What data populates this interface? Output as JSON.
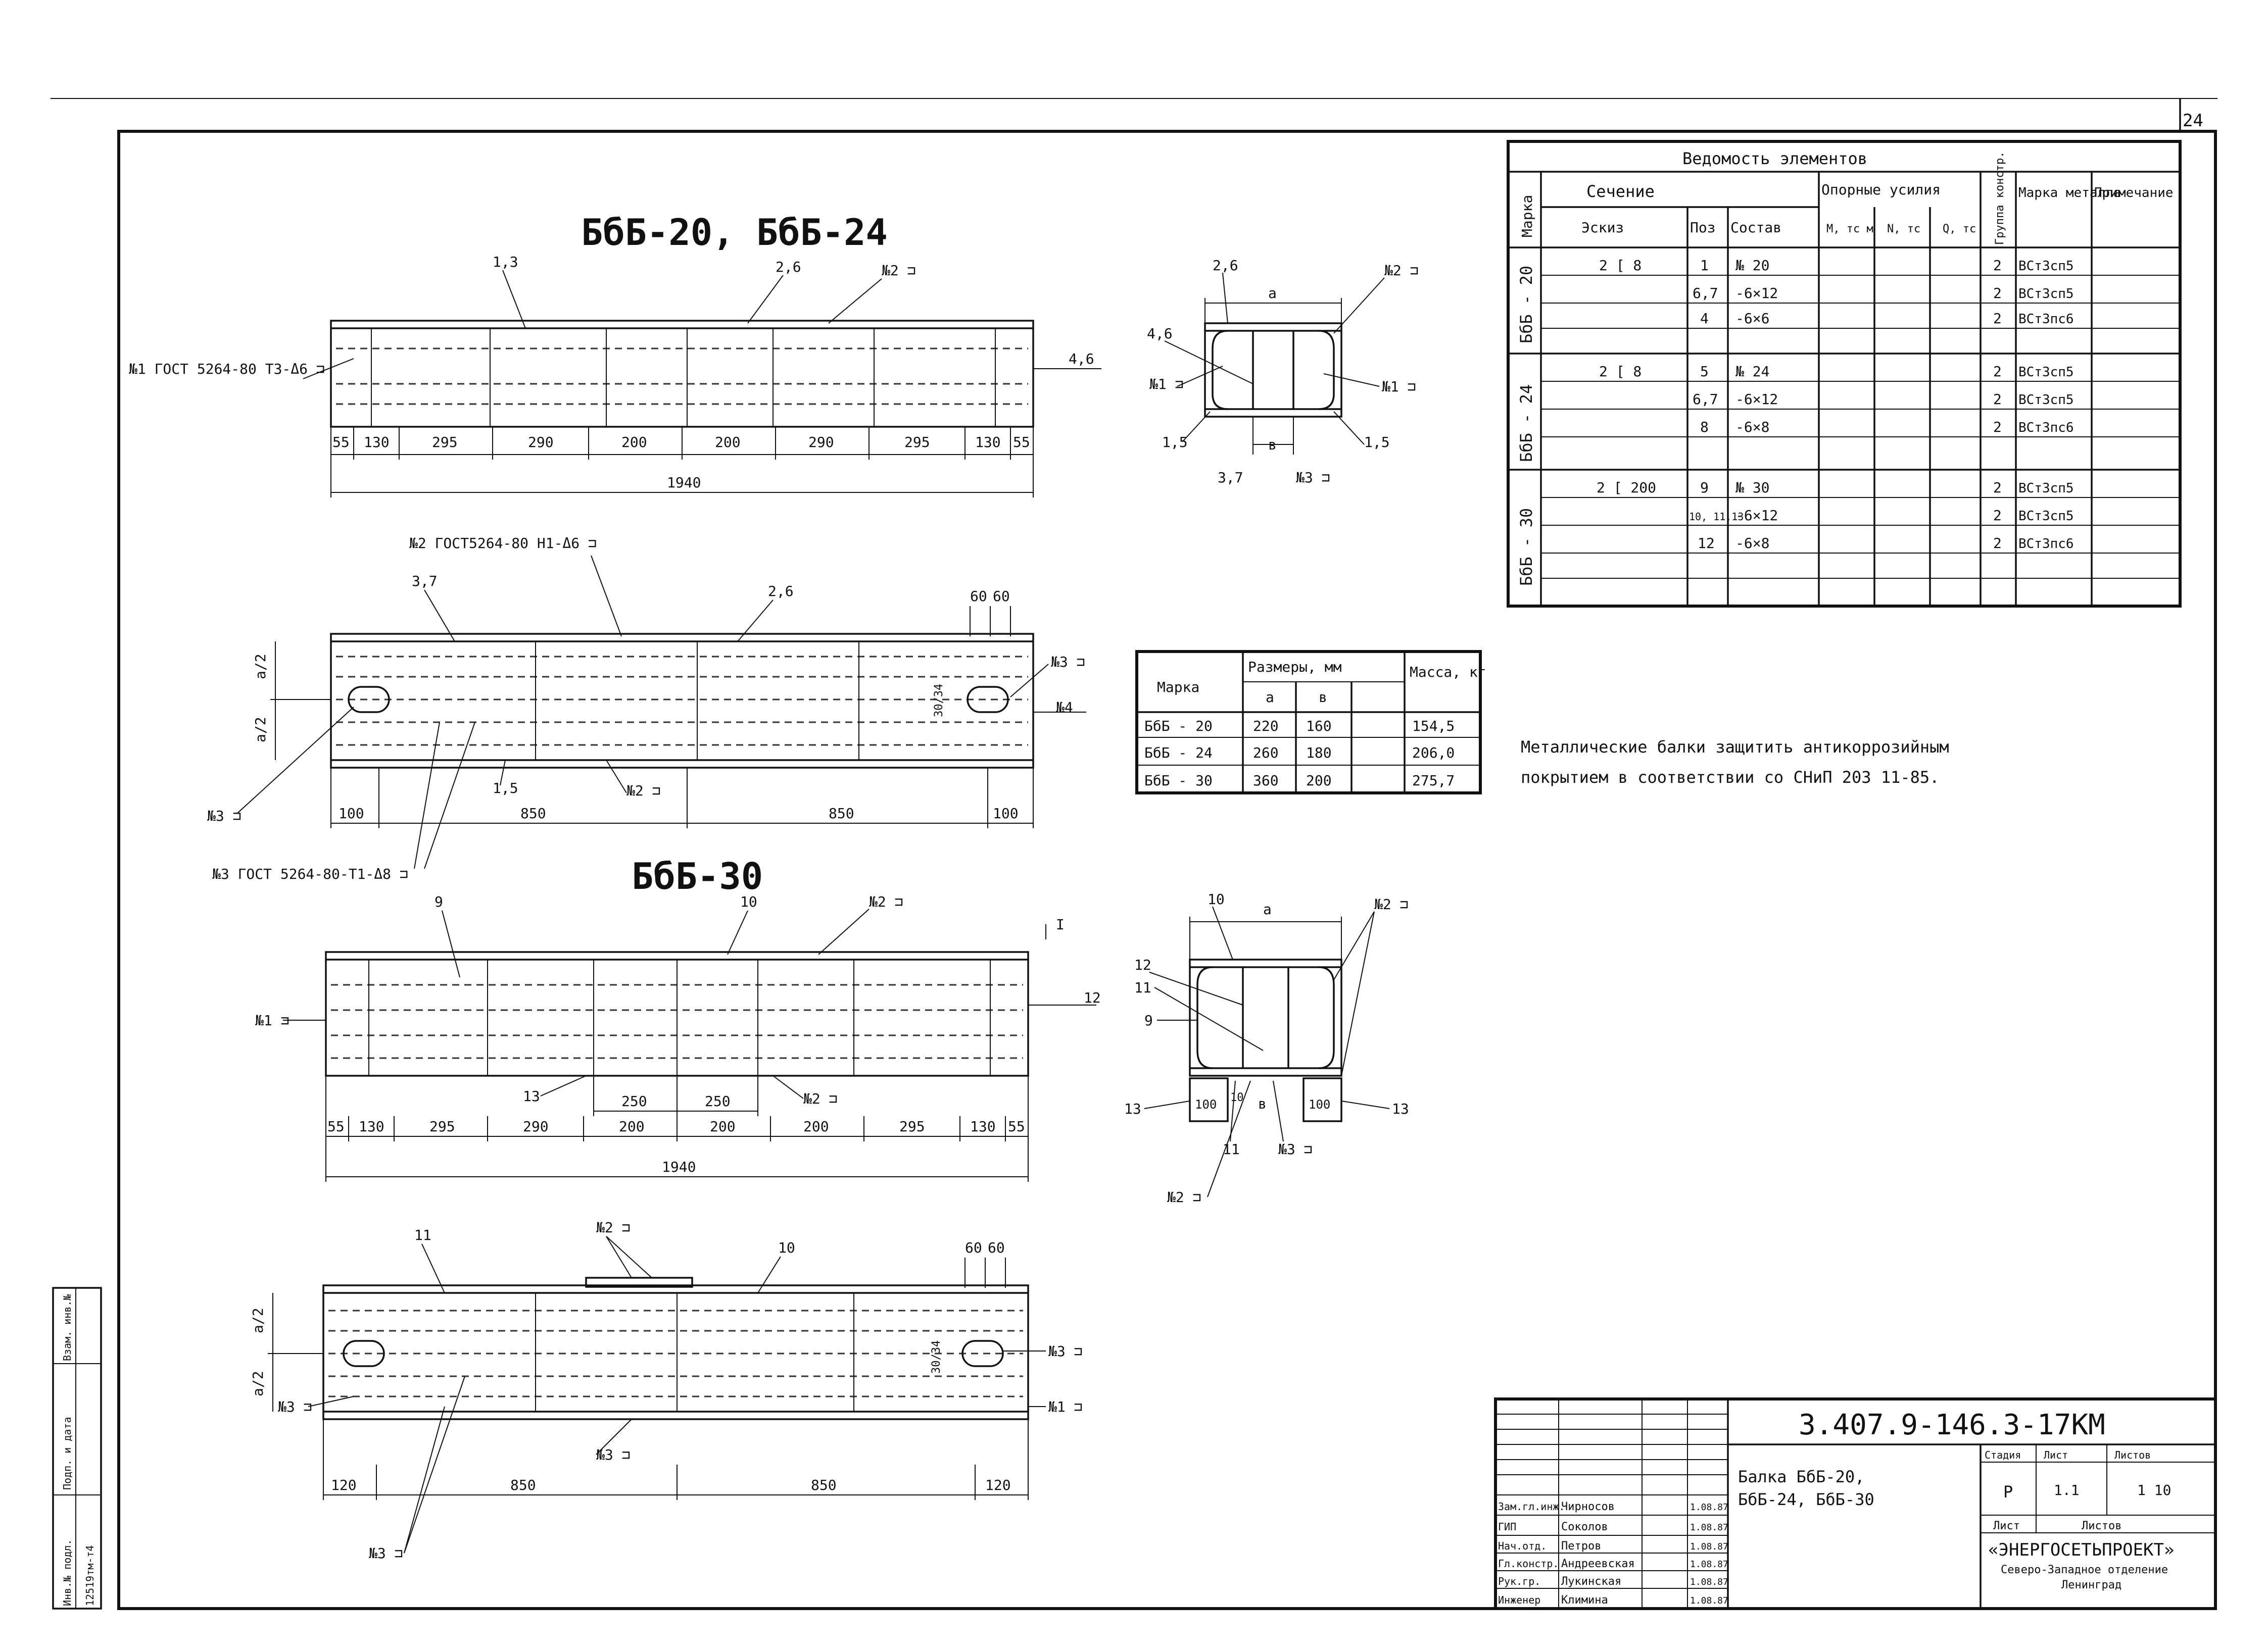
{
  "sheet_number": "24",
  "titles": {
    "beams_20_24": "БбБ-20, БбБ-24",
    "beam_30": "БбБ-30"
  },
  "top_view_20_24": {
    "weld_note": "№1 ГОСТ 5264-80 Т3-Δ6 ⊐",
    "callouts": [
      "1,3",
      "2,6",
      "№2 ⊐",
      "4,6"
    ],
    "dims": [
      "55",
      "130",
      "295",
      "290",
      "200",
      "200",
      "290",
      "295",
      "130",
      "55"
    ],
    "total": "1940"
  },
  "section_20_24": {
    "labels": [
      "2,6",
      "a",
      "№2 ⊐",
      "4,6",
      "№1 ⊐",
      "№1 ⊐",
      "1,5",
      "1,5",
      "3,7",
      "в",
      "№3 ⊐"
    ]
  },
  "plan_20_24": {
    "weld_note_top": "№2 ГОСТ5264-80 Н1-Δ6 ⊐",
    "weld_note_bottom": "№3 ГОСТ 5264-80-Т1-Δ8 ⊐",
    "callouts": [
      "3,7",
      "2,6",
      "60",
      "60",
      "№3 ⊐",
      "№4",
      "a/2",
      "a/2",
      "30/34",
      "№3 ⊐",
      "1,5",
      "№2 ⊐"
    ],
    "dims": [
      "100",
      "850",
      "850",
      "100"
    ]
  },
  "sizes_table": {
    "headers": [
      "Марка",
      "Размеры, мм",
      "Масса, кг"
    ],
    "subheaders": [
      "a",
      "в"
    ],
    "rows": [
      {
        "mark": "БбБ - 20",
        "a": "220",
        "b": "160",
        "mass": "154,5"
      },
      {
        "mark": "БбБ - 24",
        "a": "260",
        "b": "180",
        "mass": "206,0"
      },
      {
        "mark": "БбБ - 30",
        "a": "360",
        "b": "200",
        "mass": "275,7"
      }
    ]
  },
  "note": {
    "line1": "Металлические балки защитить антикоррозийным",
    "line2": "покрытием в соответствии со СНиП 203 11-85."
  },
  "elements_table": {
    "title": "Ведомость элементов",
    "col_mark": "Марка",
    "col_section": "Сечение",
    "col_sketch": "Эскиз",
    "col_pos": "Поз",
    "col_comp": "Состав",
    "col_forces": "Опорные усилия",
    "force_cols": [
      "M, тс м",
      "N, тс",
      "Q, тс"
    ],
    "col_group": "Группа констр.",
    "col_steel": "Марка металла",
    "col_note": "Примечание",
    "groups": [
      {
        "mark": "БбБ - 20",
        "sketch": "2 [ 8",
        "rows": [
          {
            "pos": "1",
            "comp": "№ 20",
            "grp": "2",
            "steel": "ВСт3сп5"
          },
          {
            "pos": "6,7",
            "comp": "-6×12",
            "grp": "2",
            "steel": "ВСт3сп5"
          },
          {
            "pos": "4",
            "comp": "-6×6",
            "grp": "2",
            "steel": "ВСт3пс6"
          }
        ]
      },
      {
        "mark": "БбБ - 24",
        "sketch": "2 [ 8",
        "rows": [
          {
            "pos": "5",
            "comp": "№ 24",
            "grp": "2",
            "steel": "ВСт3сп5"
          },
          {
            "pos": "6,7",
            "comp": "-6×12",
            "grp": "2",
            "steel": "ВСт3сп5"
          },
          {
            "pos": "8",
            "comp": "-6×8",
            "grp": "2",
            "steel": "ВСт3пс6"
          }
        ]
      },
      {
        "mark": "БбБ - 30",
        "sketch": "2 [ 200",
        "rows": [
          {
            "pos": "9",
            "comp": "№ 30",
            "grp": "2",
            "steel": "ВСт3сп5"
          },
          {
            "pos": "10, 11,13",
            "comp": "-6×12",
            "grp": "2",
            "steel": "ВСт3сп5"
          },
          {
            "pos": "12",
            "comp": "-6×8",
            "grp": "2",
            "steel": "ВСт3пс6"
          }
        ]
      }
    ]
  },
  "top_view_30": {
    "callouts": [
      "9",
      "10",
      "№2 ⊐",
      "I",
      "№1 ⊐",
      "12",
      "13",
      "№2 ⊐"
    ],
    "inner_dims": [
      "250",
      "250"
    ],
    "dims": [
      "55",
      "130",
      "295",
      "290",
      "200",
      "200",
      "200",
      "295",
      "130",
      "55"
    ],
    "total": "1940"
  },
  "section_30": {
    "labels": [
      "10",
      "a",
      "№2 ⊐",
      "12",
      "11",
      "9",
      "13",
      "100",
      "10",
      "в",
      "100",
      "13",
      "11",
      "№3 ⊐",
      "№2 ⊐"
    ]
  },
  "plan_30": {
    "callouts": [
      "11",
      "№2 ⊐",
      "10",
      "60",
      "60",
      "a/2",
      "a/2",
      "№3 ⊐",
      "30/34",
      "№3 ⊐",
      "№1 ⊐",
      "№3 ⊐",
      "№3 ⊐"
    ],
    "dims": [
      "120",
      "850",
      "850",
      "120"
    ]
  },
  "stamp": {
    "code": "3.407.9-146.3-17KM",
    "title_line1": "Балка БбБ-20,",
    "title_line2": "БбБ-24, БбБ-30",
    "stage_header": [
      "Стадия",
      "Лист",
      "Листов"
    ],
    "stage": "Р",
    "sheet": "1.1",
    "sheets": "1 10",
    "list_label": "Лист",
    "listov_label": "Листов",
    "org_line1": "«ЭНЕРГОСЕТЬПРОЕКТ»",
    "org_line2": "Северо-Западное отделение",
    "org_line3": "Ленинград",
    "people": [
      {
        "role": "Зам.гл.инж.",
        "name": "Чирносов"
      },
      {
        "role": "ГИП",
        "name": "Соколов"
      },
      {
        "role": "Нач.отд.",
        "name": "Петров"
      },
      {
        "role": "Гл.констр.",
        "name": "Андреевская"
      },
      {
        "role": "Рук.гр.",
        "name": "Лукинская"
      },
      {
        "role": "Инженер",
        "name": "Климина"
      }
    ],
    "dates": [
      "1.08.87",
      "1.08.87",
      "1.08.87",
      "1.08.87",
      "1.08.87",
      "1.08.87"
    ]
  },
  "side_stamp": {
    "cells": [
      "Инв.№ подл.",
      "Подп. и дата",
      "Взам. инв.№"
    ],
    "values": [
      "12519тм-т4",
      "",
      ""
    ]
  }
}
